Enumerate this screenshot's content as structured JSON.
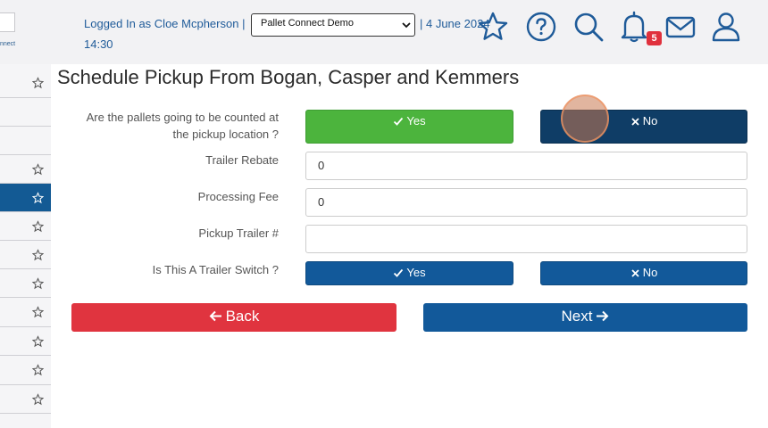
{
  "header": {
    "logo_text": "nnect",
    "logged_in": "Logged In as Cloe Mcpherson",
    "separator": "|",
    "company": "Pallet Connect Demo",
    "date": "| 4 June 2024",
    "time": "14:30",
    "notification_count": "5",
    "icons": [
      "star-icon",
      "help-icon",
      "search-icon",
      "bell-icon",
      "mail-icon",
      "user-icon"
    ]
  },
  "page": {
    "title": "Schedule Pickup From Bogan, Casper and Kemmers"
  },
  "form": {
    "counted_label_line1": "Are the pallets going to be counted at",
    "counted_label_line2": "the pickup location ?",
    "yes": "Yes",
    "no": "No",
    "trailer_rebate_label": "Trailer Rebate",
    "trailer_rebate_value": "0",
    "processing_fee_label": "Processing Fee",
    "processing_fee_value": "0",
    "pickup_trailer_label": "Pickup Trailer #",
    "pickup_trailer_value": "",
    "trailer_switch_label": "Is This A Trailer Switch ?"
  },
  "nav": {
    "back": "Back",
    "next": "Next"
  },
  "colors": {
    "primary": "#12599a",
    "success": "#4cb43d",
    "danger": "#e0343f",
    "selected": "#0f3d66"
  }
}
